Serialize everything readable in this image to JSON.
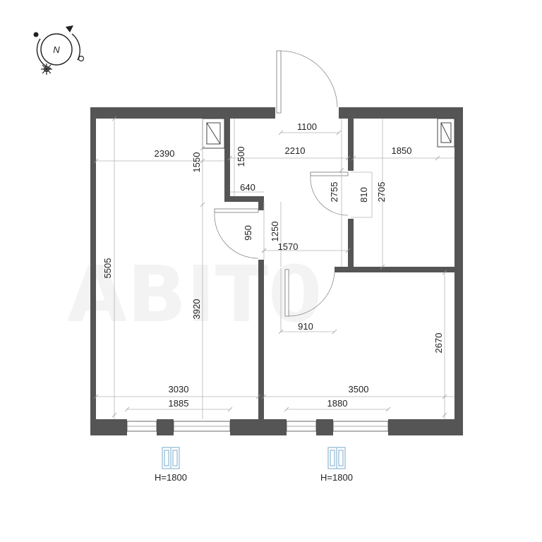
{
  "compass": {
    "north_label": "N"
  },
  "dimensions": {
    "entry_door": "1100",
    "hall_width": "2210",
    "hall_vertical_1500": "1500",
    "closet_depth": "640",
    "room1_upper_width": "2390",
    "room1_upper_depth": "1550",
    "room1_total_depth": "5505",
    "room1_lower_depth": "3920",
    "room1_width": "3030",
    "room1_window": "1885",
    "door_950": "950",
    "door_1250": "1250",
    "corridor_1570": "1570",
    "door_910": "910",
    "bath_width": "1850",
    "bath_2755": "2755",
    "bath_door_810": "810",
    "bath_2705": "2705",
    "room2_depth": "2670",
    "room2_width": "3500",
    "room2_window": "1880"
  },
  "windows": [
    {
      "height_label": "H=1800"
    },
    {
      "height_label": "H=1800"
    }
  ],
  "colors": {
    "wall": "#555555",
    "dimension_line": "#b5b5b5",
    "window_icon": "#8fb9d6"
  }
}
